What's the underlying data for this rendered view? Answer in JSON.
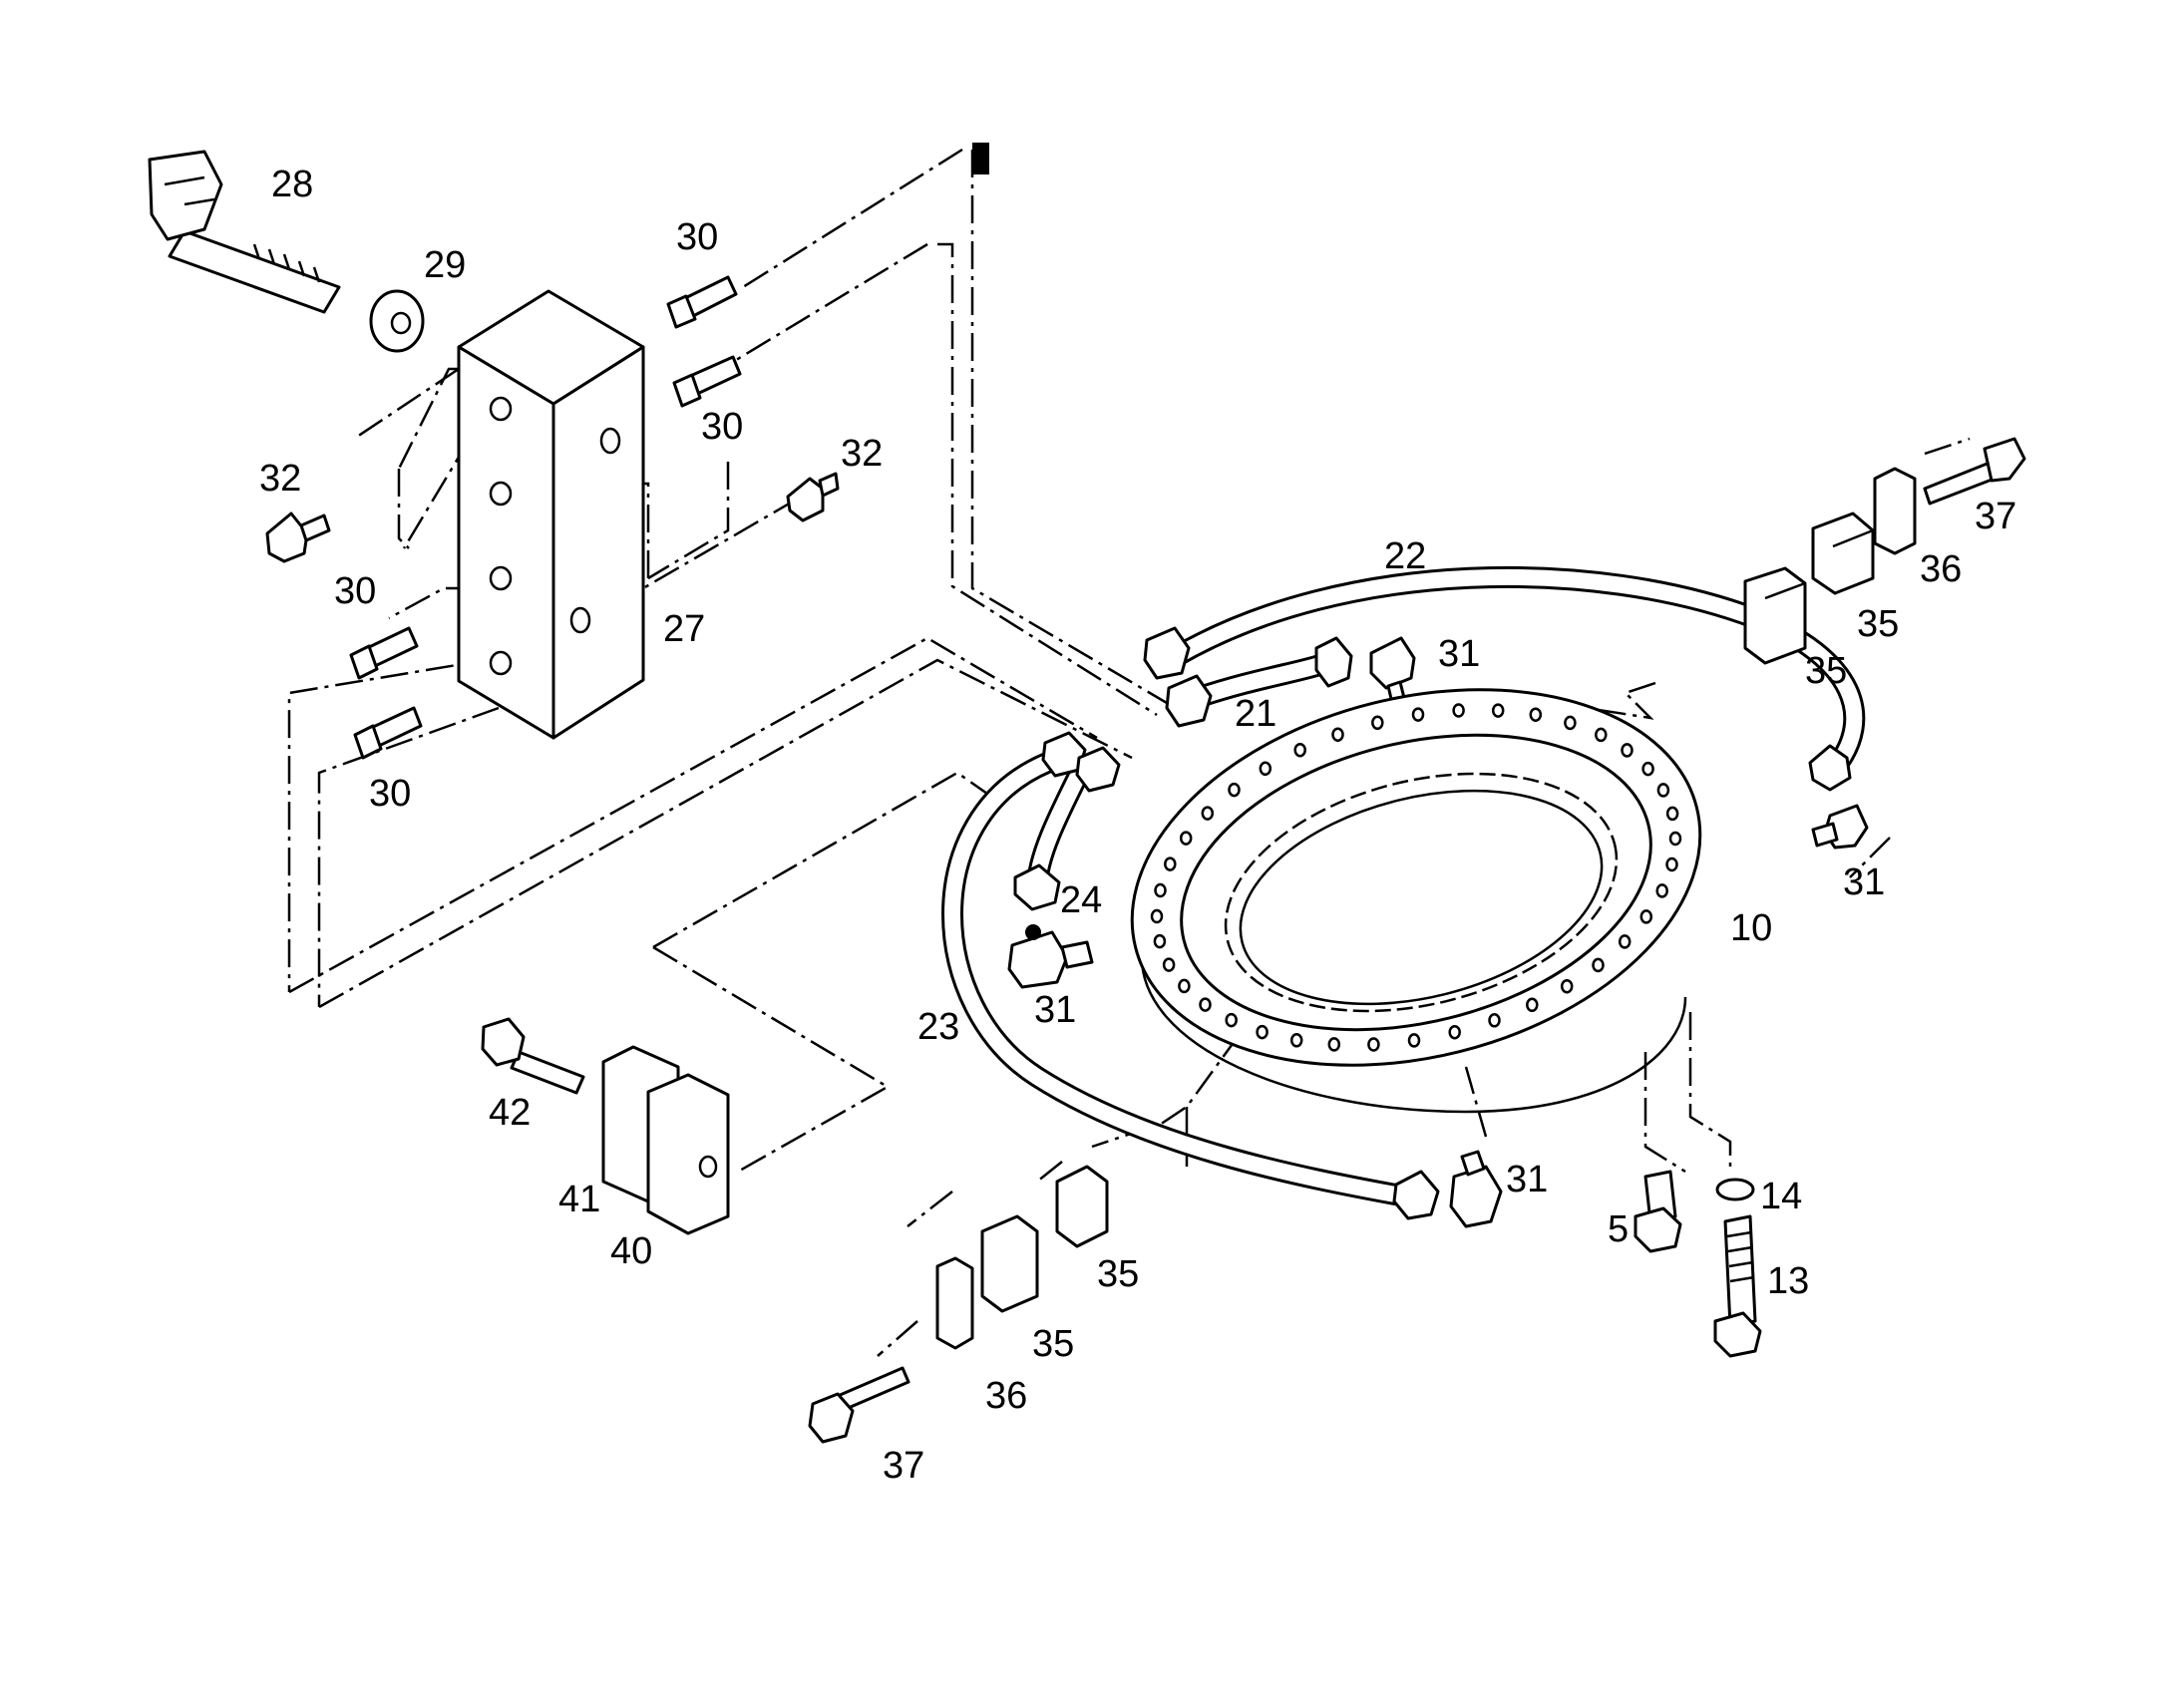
{
  "labels": [
    {
      "id": "p28",
      "text": "28",
      "part": "bolt"
    },
    {
      "id": "p29",
      "text": "29",
      "part": "washer"
    },
    {
      "id": "p30a",
      "text": "30",
      "part": "fitting"
    },
    {
      "id": "p30b",
      "text": "30",
      "part": "fitting"
    },
    {
      "id": "p32a",
      "text": "32",
      "part": "plug"
    },
    {
      "id": "p32b",
      "text": "32",
      "part": "plug"
    },
    {
      "id": "p30c",
      "text": "30",
      "part": "fitting"
    },
    {
      "id": "p27",
      "text": "27",
      "part": "distribution-block"
    },
    {
      "id": "p30d",
      "text": "30",
      "part": "fitting"
    },
    {
      "id": "p22",
      "text": "22",
      "part": "hose"
    },
    {
      "id": "p31a",
      "text": "31",
      "part": "elbow-fitting"
    },
    {
      "id": "p21",
      "text": "21",
      "part": "hose"
    },
    {
      "id": "p37a",
      "text": "37",
      "part": "bolt"
    },
    {
      "id": "p36a",
      "text": "36",
      "part": "plate"
    },
    {
      "id": "p35a",
      "text": "35",
      "part": "clamp-half"
    },
    {
      "id": "p35b",
      "text": "35",
      "part": "clamp-half"
    },
    {
      "id": "p31b",
      "text": "31",
      "part": "elbow-fitting"
    },
    {
      "id": "p10",
      "text": "10",
      "part": "slewing-ring"
    },
    {
      "id": "p24",
      "text": "24",
      "part": "hose"
    },
    {
      "id": "p31c",
      "text": "31",
      "part": "elbow-fitting"
    },
    {
      "id": "p23",
      "text": "23",
      "part": "hose"
    },
    {
      "id": "p42",
      "text": "42",
      "part": "bolt"
    },
    {
      "id": "p41",
      "text": "41",
      "part": "clamp"
    },
    {
      "id": "p40",
      "text": "40",
      "part": "clamp"
    },
    {
      "id": "p31d",
      "text": "31",
      "part": "elbow-fitting"
    },
    {
      "id": "p5",
      "text": "5",
      "part": "bolt"
    },
    {
      "id": "p14",
      "text": "14",
      "part": "washer"
    },
    {
      "id": "p13",
      "text": "13",
      "part": "bolt"
    },
    {
      "id": "p35c",
      "text": "35",
      "part": "clamp-half"
    },
    {
      "id": "p35d",
      "text": "35",
      "part": "clamp-half"
    },
    {
      "id": "p36b",
      "text": "36",
      "part": "plate"
    },
    {
      "id": "p37b",
      "text": "37",
      "part": "bolt"
    }
  ]
}
